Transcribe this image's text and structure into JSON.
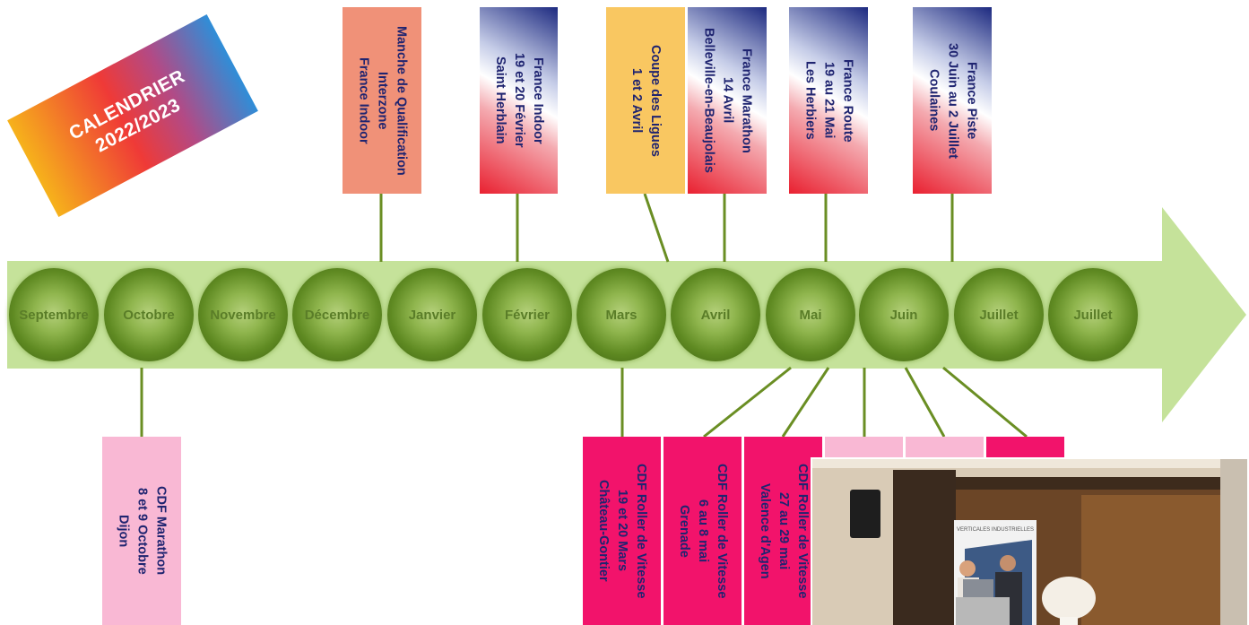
{
  "badge": {
    "line1": "CALENDRIER",
    "line2": "2022/2023"
  },
  "months": [
    "Septembre",
    "Octobre",
    "Novembre",
    "Décembre",
    "Janvier",
    "Février",
    "Mars",
    "Avril",
    "Mai",
    "Juin",
    "Juillet",
    "Juillet"
  ],
  "top_events": [
    {
      "lines": [
        "Manche de Qualification",
        "Interzone",
        "France Indoor"
      ]
    },
    {
      "lines": [
        "France Indoor",
        "19 et 20 Février",
        "Saint Herblain"
      ]
    },
    {
      "lines": [
        "Coupe des Ligues",
        "1 et 2 Avril"
      ]
    },
    {
      "lines": [
        "France Marathon",
        "14 Avril",
        "Belleville-en-Beaujolais"
      ]
    },
    {
      "lines": [
        "France Route",
        "19 au 21 Mai",
        "Les Herbiers"
      ]
    },
    {
      "lines": [
        "France Piste",
        "30 Juin au 2 Juillet",
        "Coulaines"
      ]
    }
  ],
  "bottom_events": [
    {
      "lines": [
        "CDF Marathon",
        "8 et 9 Octobre",
        "Dijon"
      ]
    },
    {
      "lines": [
        "CDF Roller de Vitesse",
        "19 et 20 Mars",
        "Château-Gontier"
      ]
    },
    {
      "lines": [
        "CDF Roller de Vitesse",
        "6 au 8 mai",
        "Grenade"
      ]
    },
    {
      "lines": [
        "CDF Roller de Vitesse",
        "27 au 29 mai",
        "Valence d'Agen"
      ]
    }
  ],
  "colors": {
    "arrow_fill": "#c5e29a",
    "connector": "#6a8e23",
    "month_text": "#5a7d28",
    "card_text": "#1f2470",
    "salmon": "#f09178",
    "yellow": "#f9c761",
    "hot_pink": "#f2136b",
    "light_pink": "#f9b8d4"
  },
  "video_overlay": {
    "banner_text": "VERTICALES INDUSTRIELLES"
  }
}
